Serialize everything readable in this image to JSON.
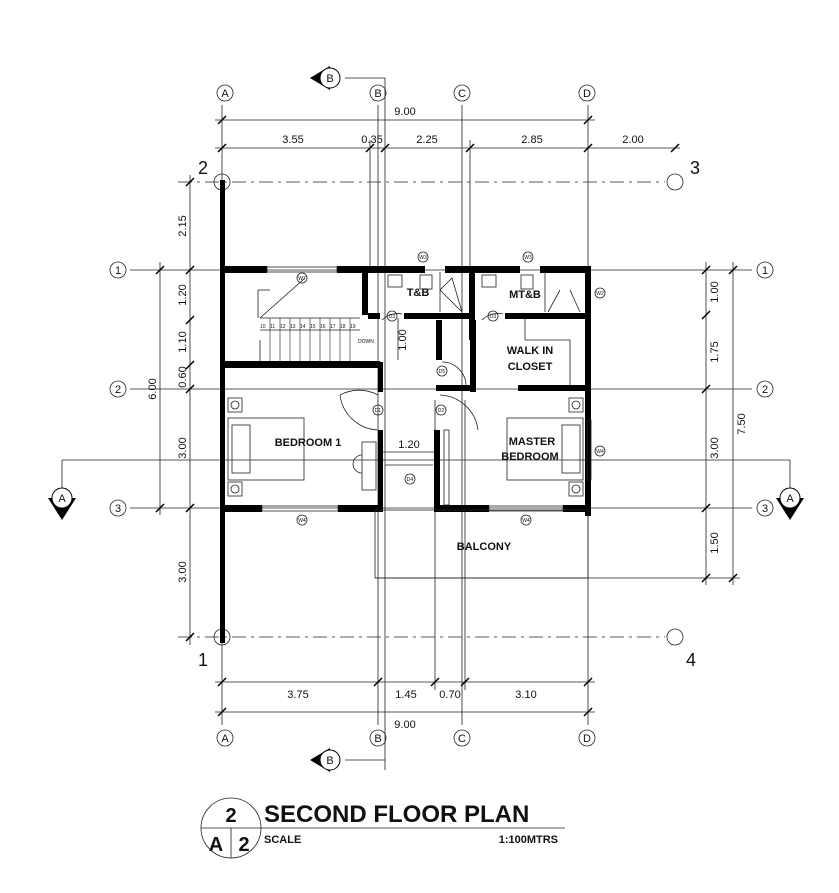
{
  "title": {
    "text": "SECOND FLOOR PLAN",
    "scale_label": "SCALE",
    "scale_value": "1:100MTRS",
    "sheet_num": "2",
    "sheet_prefix": "A",
    "sheet_page": "2"
  },
  "grid_columns": [
    "A",
    "B",
    "C",
    "D"
  ],
  "grid_rows_left": [
    "1",
    "2",
    "3"
  ],
  "grid_rows_right": [
    "1",
    "2",
    "3"
  ],
  "corner_labels": {
    "top_left": "2",
    "top_right": "3",
    "bottom_left": "1",
    "bottom_right": "4"
  },
  "section_markers": {
    "top": "B",
    "bottom": "B",
    "left": "A",
    "right": "A"
  },
  "dimensions": {
    "top_total": "9.00",
    "top": [
      "3.55",
      "0.35",
      "2.25",
      "2.85",
      "2.00"
    ],
    "bottom": [
      "3.75",
      "1.45",
      "0.70",
      "3.10"
    ],
    "bottom_total": "9.00",
    "left": [
      "2.15",
      "1.20",
      "1.10",
      "0.60",
      "3.00",
      "3.00"
    ],
    "left_total": "6.00",
    "right": [
      "1.00",
      "1.75",
      "3.00",
      "1.50"
    ],
    "right_total": "7.50",
    "interior": [
      "1.00",
      "1.20"
    ]
  },
  "rooms": {
    "tb": "T&B",
    "mtb": "MT&B",
    "walkin1": "WALK IN",
    "walkin2": "CLOSET",
    "bed1": "BEDROOM 1",
    "master1": "MASTER",
    "master2": "BEDROOM",
    "balcony": "BALCONY"
  },
  "tags": {
    "d1": "D1",
    "d2": "D2",
    "d3": "D3",
    "d4": "D4",
    "d5": "D5",
    "w3": "W3",
    "w4": "W4",
    "w2": "W2",
    "w7": "W7"
  },
  "stairs": {
    "steps": [
      "10",
      "11",
      "12",
      "13",
      "14",
      "15",
      "16",
      "17",
      "18",
      "19"
    ],
    "down": "DOWN"
  }
}
